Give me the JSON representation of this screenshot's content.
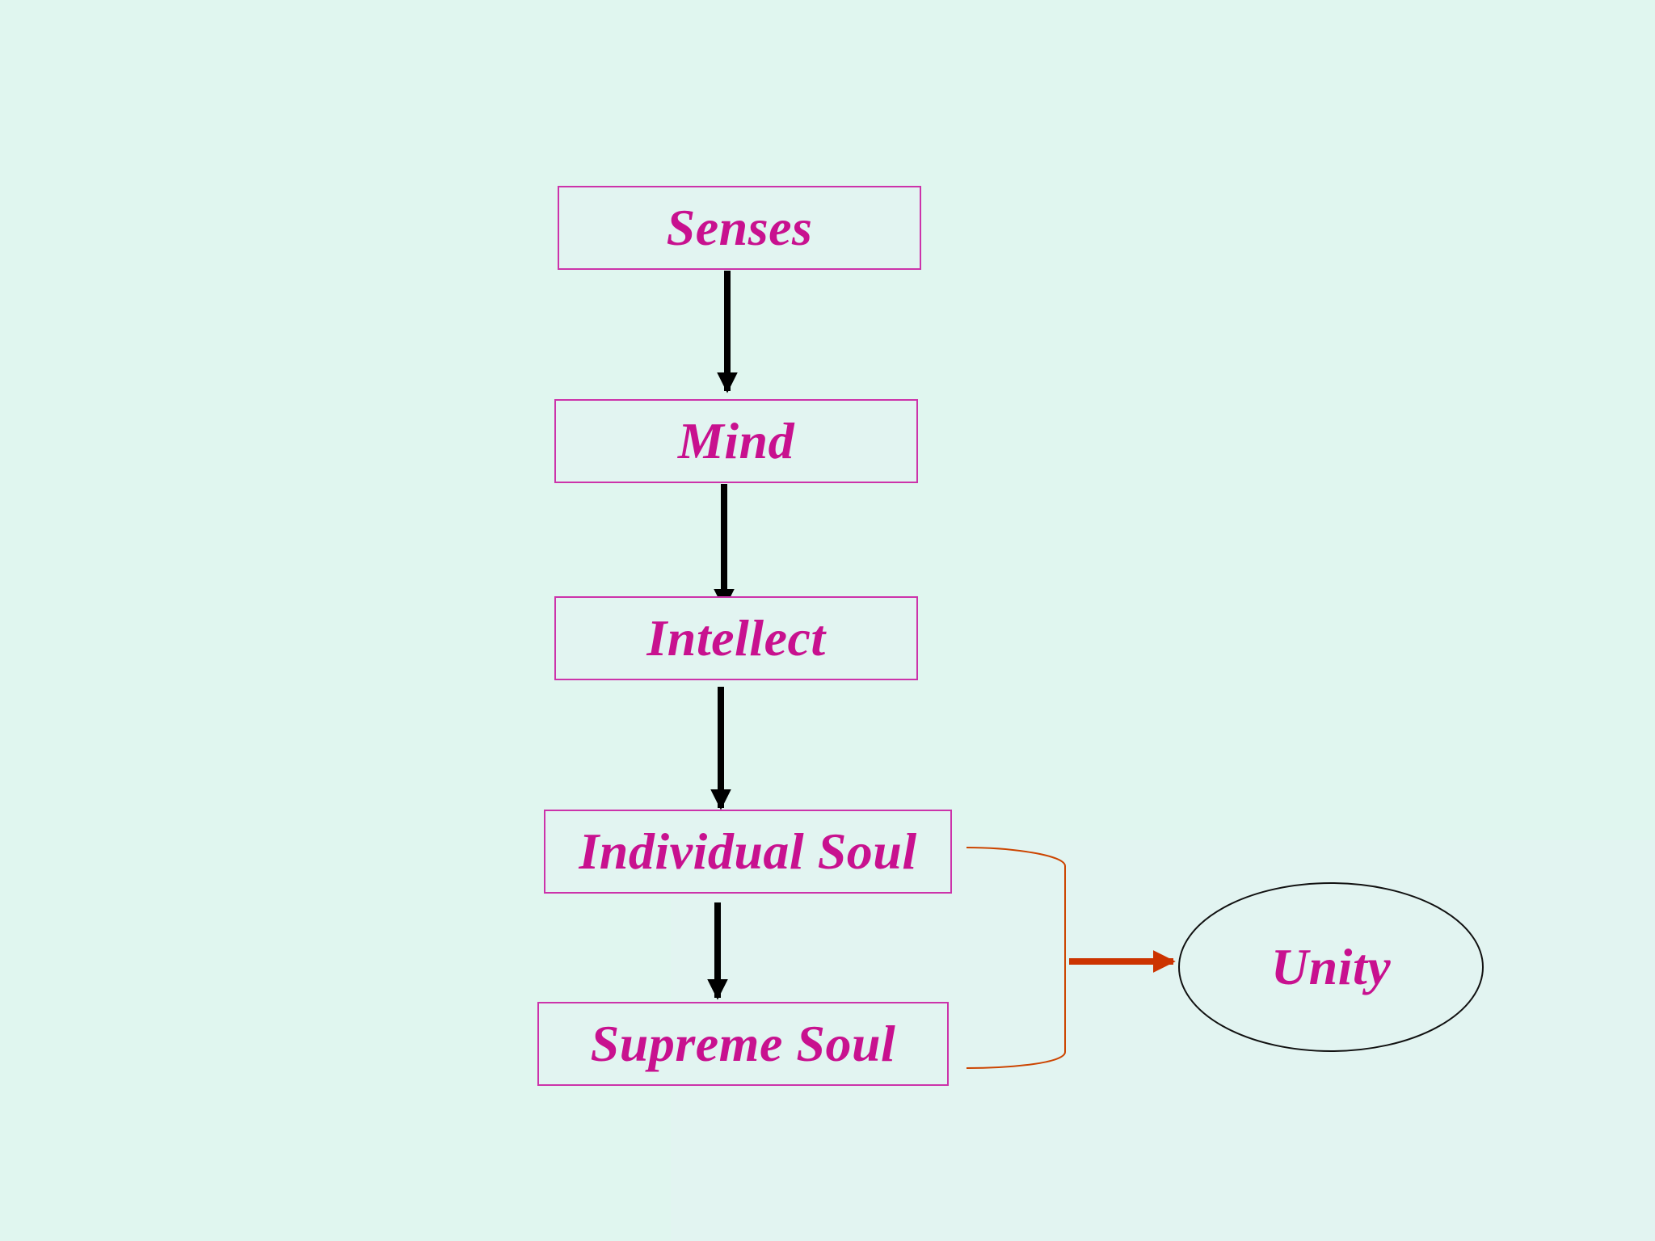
{
  "nodes": {
    "senses": "Senses",
    "mind": "Mind",
    "intellect": "Intellect",
    "individual_soul": "Individual Soul",
    "supreme_soul": "Supreme Soul",
    "unity": "Unity"
  },
  "colors": {
    "background": "#e0f6ef",
    "box_border": "#cc33aa",
    "label_text": "#c8118f",
    "arrow_black": "#000000",
    "bracket_orange": "#cc4400",
    "arrow_red": "#cc3300"
  }
}
